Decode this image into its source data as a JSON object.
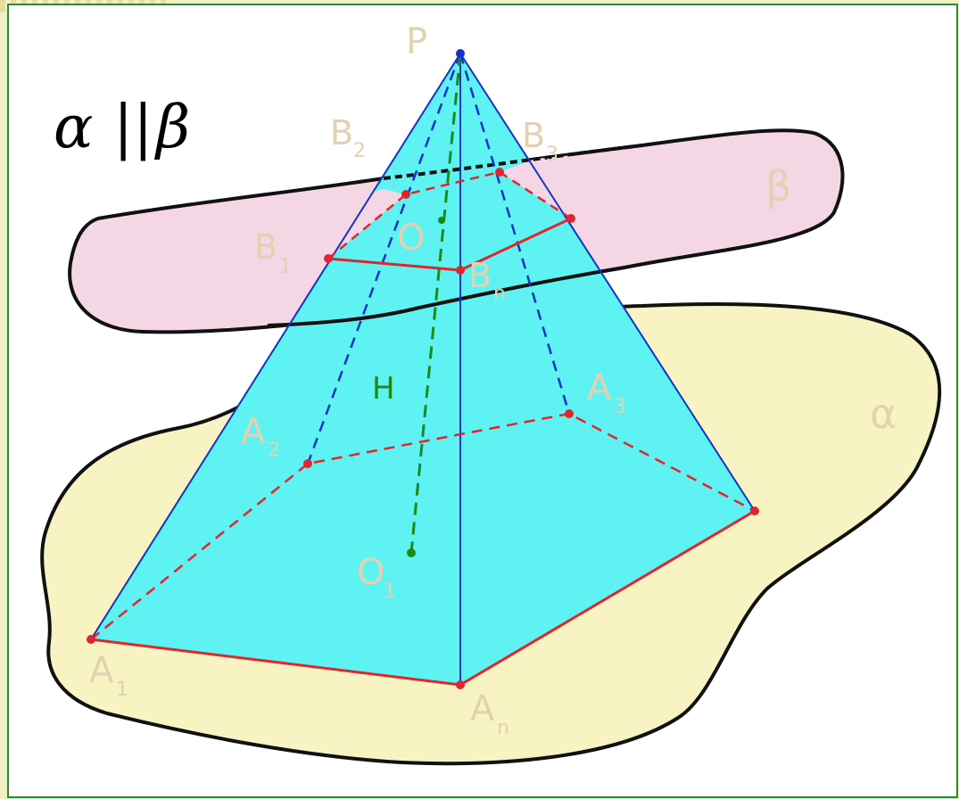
{
  "formula": {
    "alpha": "α",
    "parallel": "||",
    "beta": "β"
  },
  "plane_labels": {
    "alpha": "α",
    "beta": "β"
  },
  "points": {
    "P": "P",
    "O": "O",
    "O1_main": "O",
    "O1_sub": "1",
    "H": "H",
    "A1_main": "A",
    "A1_sub": "1",
    "A2_main": "A",
    "A2_sub": "2",
    "A3_main": "A",
    "A3_sub": "3",
    "An_main": "A",
    "An_sub": "n",
    "B1_main": "B",
    "B1_sub": "1",
    "B2_main": "B",
    "B2_sub": "2",
    "B3_main": "B",
    "B3_sub": "3",
    "Bn_main": "B",
    "Bn_sub": "n"
  },
  "colors": {
    "background": "#ffffff",
    "frame": "#2e8b2e",
    "plane_alpha": "#f8f3c2",
    "plane_beta": "#f4d6e4",
    "pyramid_fill": "#5ff2f2",
    "blue_edges": "#1433c8",
    "red_edges": "#e0262c",
    "height": "#1a8a1a",
    "label_text": "#e2d2b0",
    "formula_text": "#000000"
  }
}
